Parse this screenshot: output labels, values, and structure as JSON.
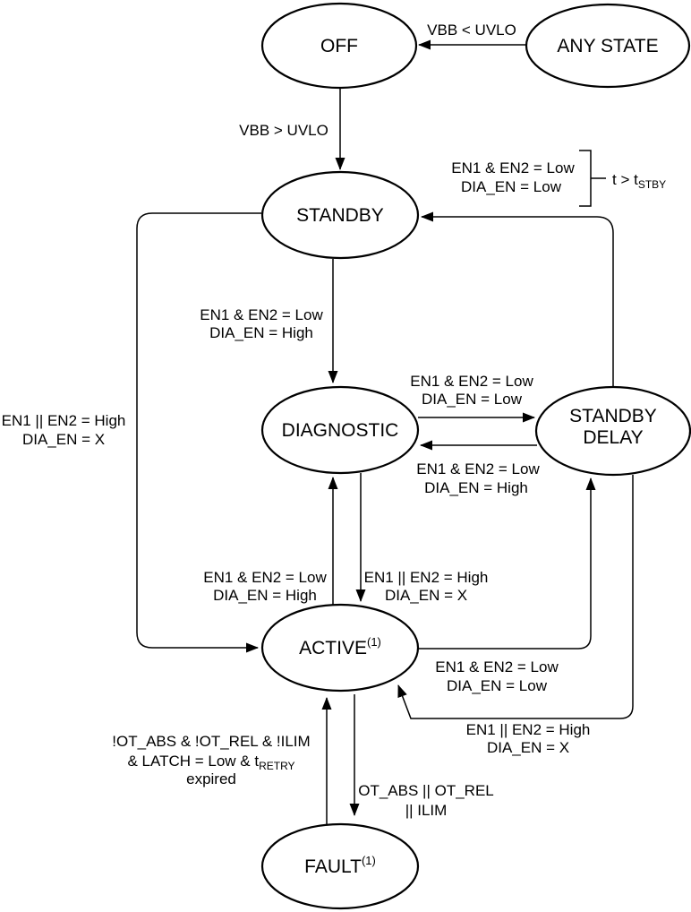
{
  "colors": {
    "background": "#ffffff",
    "stroke": "#000000",
    "text": "#000000"
  },
  "states": {
    "off": "OFF",
    "any_state": "ANY STATE",
    "standby": "STANDBY",
    "diagnostic": "DIAGNOSTIC",
    "standby_delay_line1": "STANDBY",
    "standby_delay_line2": "DELAY",
    "active": "ACTIVE",
    "active_sup": "(1)",
    "fault": "FAULT",
    "fault_sup": "(1)"
  },
  "transitions": {
    "any_to_off": "VBB < UVLO",
    "off_to_standby": "VBB > UVLO",
    "sbdelay_to_standby_1": "EN1 & EN2 = Low",
    "sbdelay_to_standby_2": "DIA_EN = Low",
    "sbdelay_to_standby_timer_main": "t > t",
    "sbdelay_to_standby_timer_sub": "STBY",
    "standby_to_diag_1": "EN1 & EN2 = Low",
    "standby_to_diag_2": "DIA_EN = High",
    "diag_to_sbdelay_1": "EN1 & EN2 = Low",
    "diag_to_sbdelay_2": "DIA_EN = Low",
    "sbdelay_to_diag_1": "EN1 & EN2 = Low",
    "sbdelay_to_diag_2": "DIA_EN = High",
    "diag_to_active_1": "EN1 || EN2 = High",
    "diag_to_active_2": "DIA_EN = X",
    "active_to_diag_1": "EN1 & EN2 = Low",
    "active_to_diag_2": "DIA_EN = High",
    "standby_to_active_1": "EN1 || EN2 = High",
    "standby_to_active_2": "DIA_EN = X",
    "active_to_sbdelay_1": "EN1 & EN2 = Low",
    "active_to_sbdelay_2": "DIA_EN = Low",
    "sbdelay_to_active_1": "EN1 || EN2 = High",
    "sbdelay_to_active_2": "DIA_EN = X",
    "active_to_fault_1": "OT_ABS || OT_REL",
    "active_to_fault_2": "|| ILIM",
    "fault_to_active_1": "!OT_ABS & !OT_REL & !ILIM",
    "fault_to_active_2a": "& LATCH = Low & t",
    "fault_to_active_2b": "RETRY",
    "fault_to_active_3": "expired"
  }
}
